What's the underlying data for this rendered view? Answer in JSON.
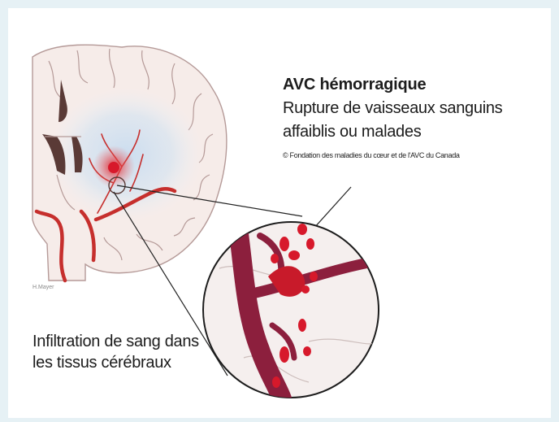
{
  "diagram": {
    "title": "AVC hémorragique",
    "subtitle": "Rupture de vaisseaux sanguins affaiblis ou malades",
    "copyright": "© Fondation des maladies du cœur et de l'AVC du Canada",
    "caption": "Infiltration de sang dans les tissus cérébraux",
    "signature": "H.Mayer"
  },
  "colors": {
    "background": "#e6f1f5",
    "brain": "#f6ece9",
    "brain_outline": "#b59a98",
    "ventricle": "#5a3a36",
    "haze": "#c9dcef",
    "vessel": "#c62f2d",
    "vessel_zoom": "#8c1f3d",
    "blood": "#d7192b"
  },
  "icons": [
    "brain-cross-section",
    "magnified-vessel-inset"
  ]
}
